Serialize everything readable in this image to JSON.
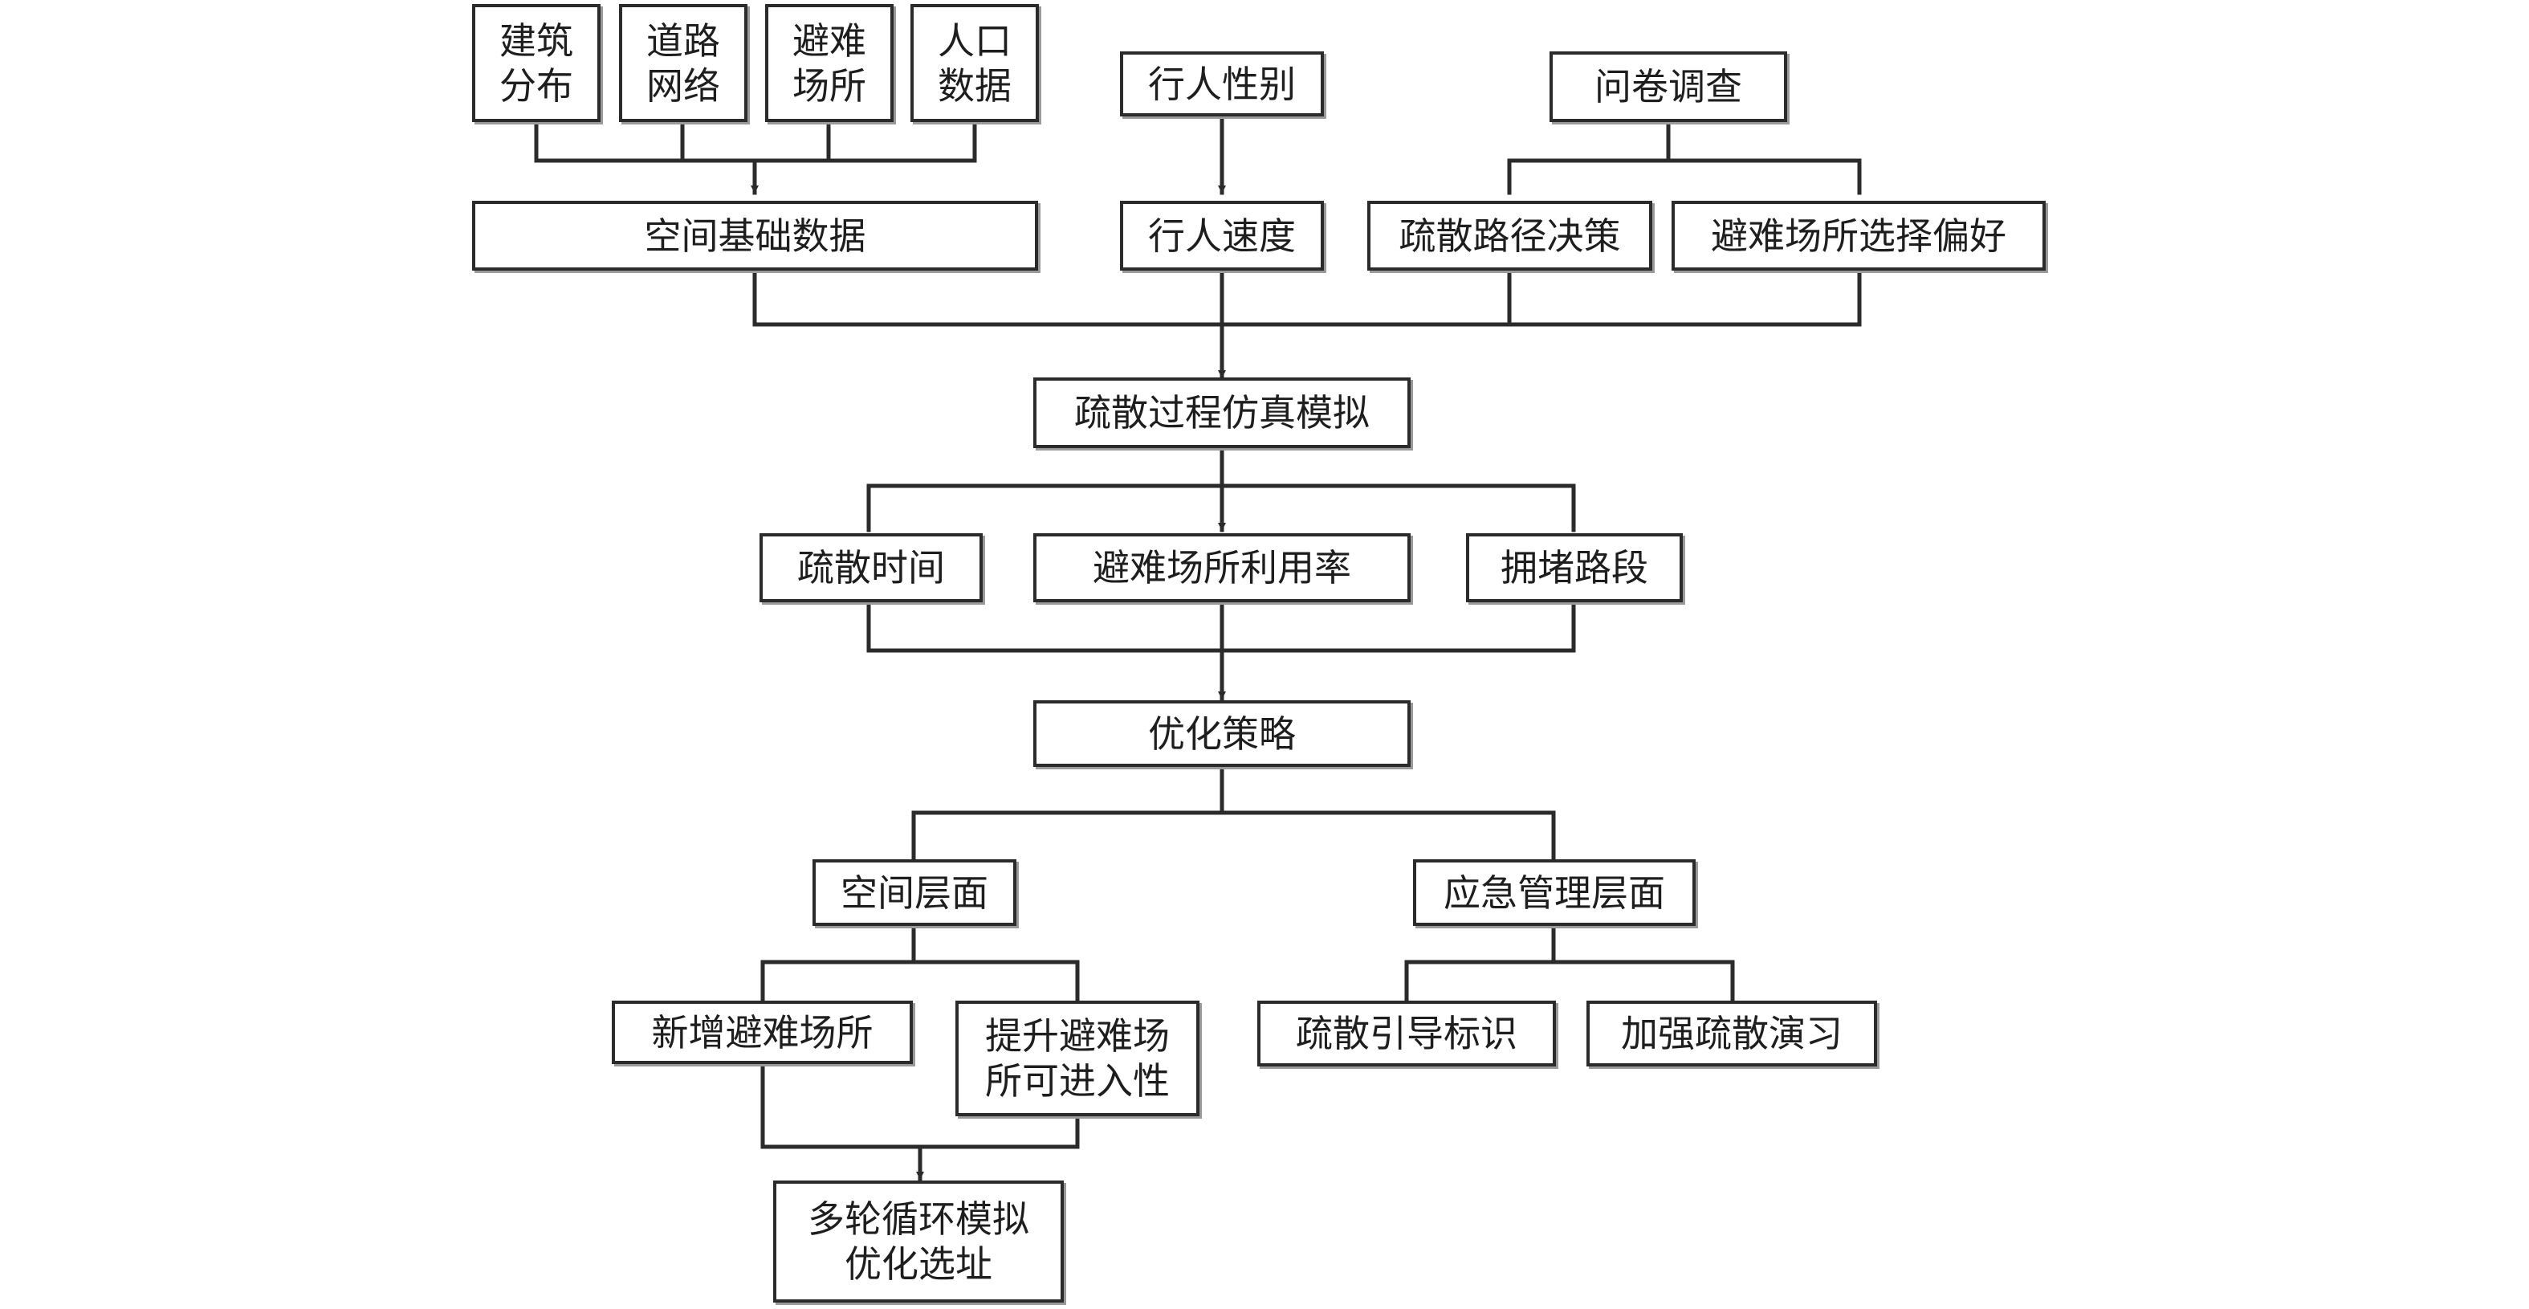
{
  "nodes": {
    "building_distribution": "建筑\n分布",
    "road_network": "道路\n网络",
    "shelters": "避难\n场所",
    "population_data": "人口\n数据",
    "pedestrian_gender": "行人性别",
    "questionnaire": "问卷调查",
    "spatial_base_data": "空间基础数据",
    "pedestrian_speed": "行人速度",
    "evacuation_route_decision": "疏散路径决策",
    "shelter_choice_preference": "避难场所选择偏好",
    "evacuation_simulation": "疏散过程仿真模拟",
    "evacuation_time": "疏散时间",
    "shelter_utilization": "避难场所利用率",
    "congested_sections": "拥堵路段",
    "optimization_strategy": "优化策略",
    "spatial_level": "空间层面",
    "emergency_management_level": "应急管理层面",
    "add_new_shelters": "新增避难场所",
    "improve_shelter_accessibility": "提升避难场\n所可进入性",
    "evacuation_guidance_signs": "疏散引导标识",
    "strengthen_evacuation_drills": "加强疏散演习",
    "multi_round_simulation": "多轮循环模拟\n优化选址"
  },
  "colors": {
    "line": "#2b2b2b",
    "box_border": "#2b2b2b",
    "text": "#1e1e1e"
  }
}
